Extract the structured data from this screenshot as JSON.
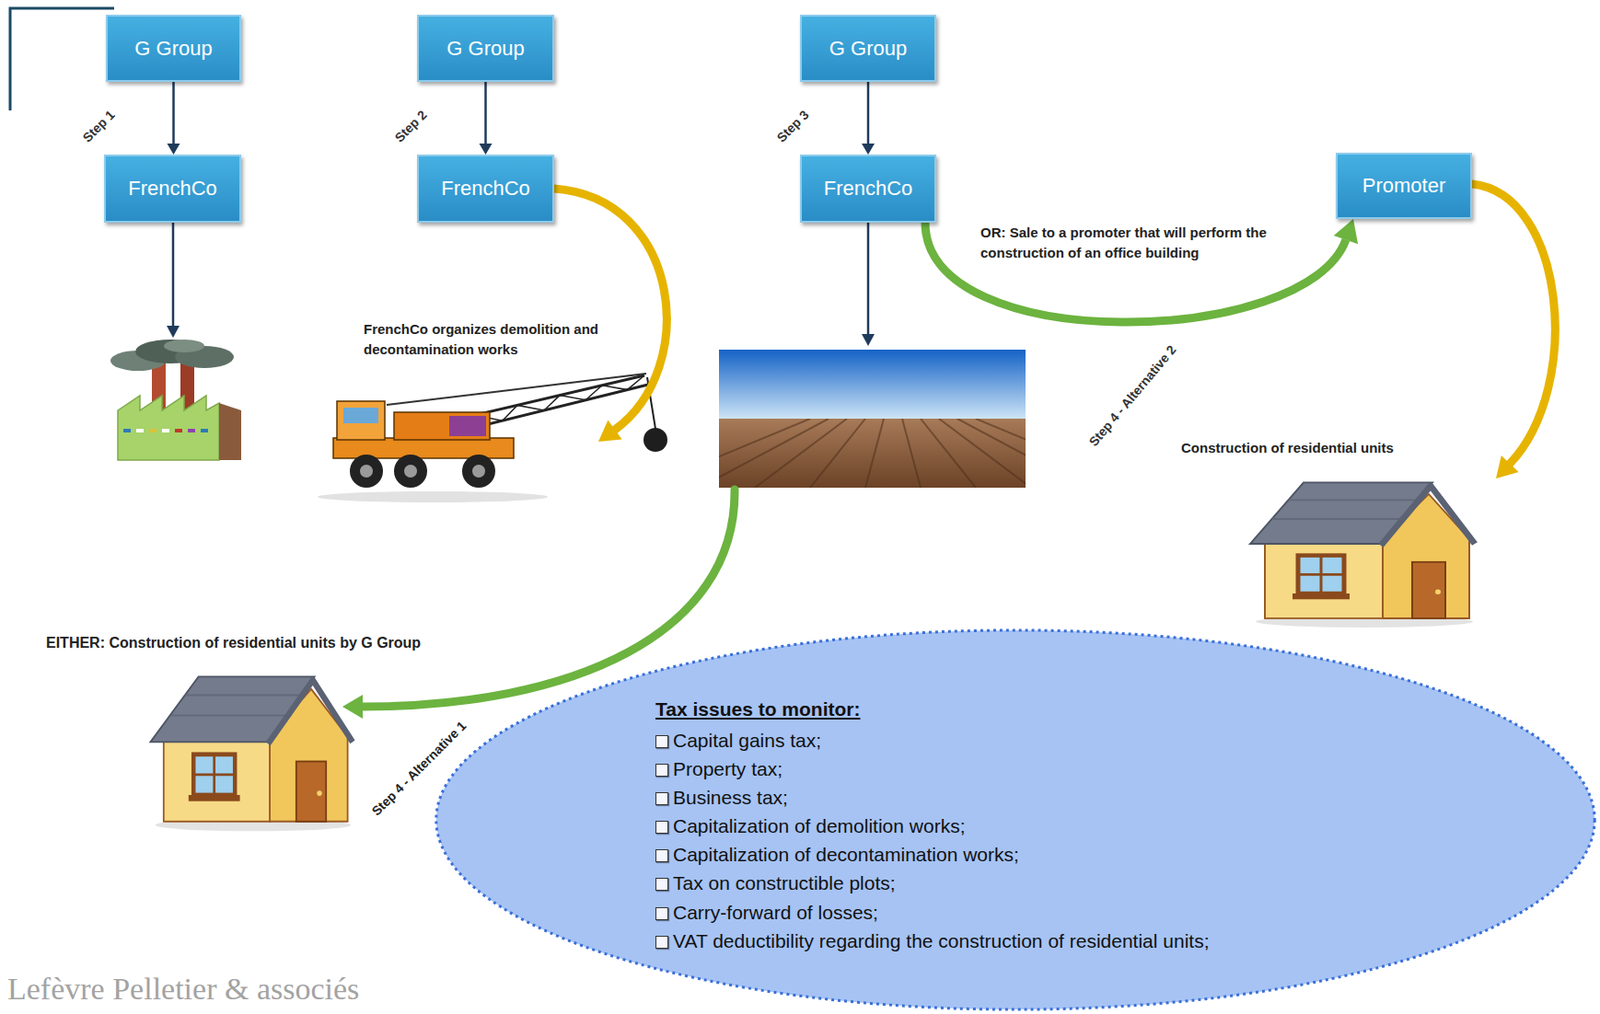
{
  "diagram": {
    "nodes": [
      {
        "text": [
          "G Group"
        ]
      },
      {
        "text": [
          "G Group"
        ]
      },
      {
        "text": [
          "G Group"
        ]
      },
      {
        "text": [
          "FrenchCo"
        ]
      },
      {
        "text": [
          "FrenchCo"
        ]
      },
      {
        "text": [
          "FrenchCo"
        ]
      },
      {
        "text": [
          "Promoter"
        ]
      },
      {
        "text": [
          "Tax issues to monitor:",
          "Capital gains tax;",
          "Property tax;",
          "Business tax;",
          "Capitalization of demolition works;",
          "Capitalization of decontamination works;",
          "Tax on constructible plots;",
          "Carry-forward of losses;",
          "VAT deductibility regarding the construction of residential units;"
        ]
      }
    ],
    "edges": [
      {
        "from": 0,
        "to": 3,
        "label": "Step 1",
        "arrow": "to"
      },
      {
        "from": 1,
        "to": 4,
        "label": "Step 2",
        "arrow": "to"
      },
      {
        "from": 2,
        "to": 5,
        "label": "Step 3",
        "arrow": "to"
      },
      {
        "from": 5,
        "to": 6,
        "label": "Step 4 - Alternative 2",
        "arrow": "to"
      }
    ],
    "labels": [
      "FrenchCo organizes demolition and decontamination works",
      "OR: Sale to a promoter that will perform the construction of an office building",
      "Construction of residential units",
      "EITHER: Construction of residential units by G Group",
      "Step 4 - Alternative 1",
      "Lefèvre Pelletier & associés"
    ]
  }
}
